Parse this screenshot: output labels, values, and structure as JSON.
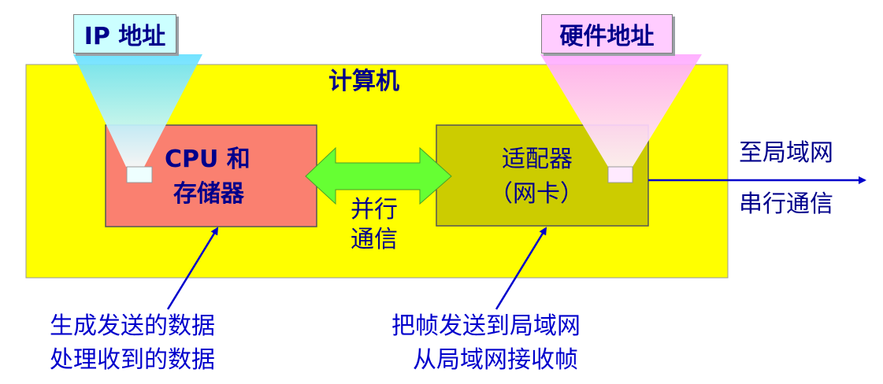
{
  "colors": {
    "computer_fill": "#ffff00",
    "cpu_fill": "#fa8070",
    "adapter_fill": "#cccc00",
    "bus_arrow": "#66ff33",
    "ip_beam": "#ccffff",
    "hw_beam": "#ffccff",
    "text_dark_blue": "#00008b",
    "text_blue": "#0000cc"
  },
  "labels": {
    "ip_address": "IP 地址",
    "hardware_address": "硬件地址",
    "computer": "计算机",
    "cpu_line1": "CPU 和",
    "cpu_line2": "存储器",
    "adapter_line1": "适配器",
    "adapter_line2": "（网卡）",
    "parallel_line1": "并行",
    "parallel_line2": "通信",
    "to_lan": "至局域网",
    "serial": "串行通信",
    "cpu_note_line1": "生成发送的数据",
    "cpu_note_line2": "处理收到的数据",
    "adapter_note_line1": "把帧发送到局域网",
    "adapter_note_line2": "从局域网接收帧"
  }
}
